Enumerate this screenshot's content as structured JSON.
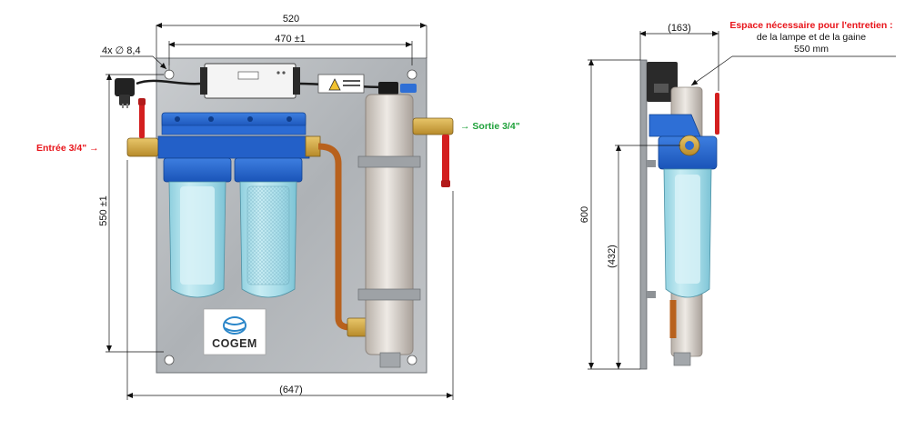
{
  "dimensions": {
    "width_total": "520",
    "width_inner": "470 ±1",
    "holes": "4x ∅ 8,4",
    "height_inner": "550 ±1",
    "width_overall": "(647)",
    "side_depth": "(163)",
    "side_height": "600",
    "side_inlet_height": "(432)"
  },
  "labels": {
    "inlet": "Entrée 3/4\" →",
    "outlet": "→ Sortie 3/4\"",
    "brand": "COGEM"
  },
  "maintenance_note": {
    "title": "Espace nécessaire pour l'entretien :",
    "line1": "de la lampe et de la gaine",
    "line2": "550 mm"
  },
  "colors": {
    "red": "#e8141a",
    "green": "#1ea13a",
    "filter_blue": "#1f5fc9",
    "panel_grey": "#b9bcbf"
  }
}
